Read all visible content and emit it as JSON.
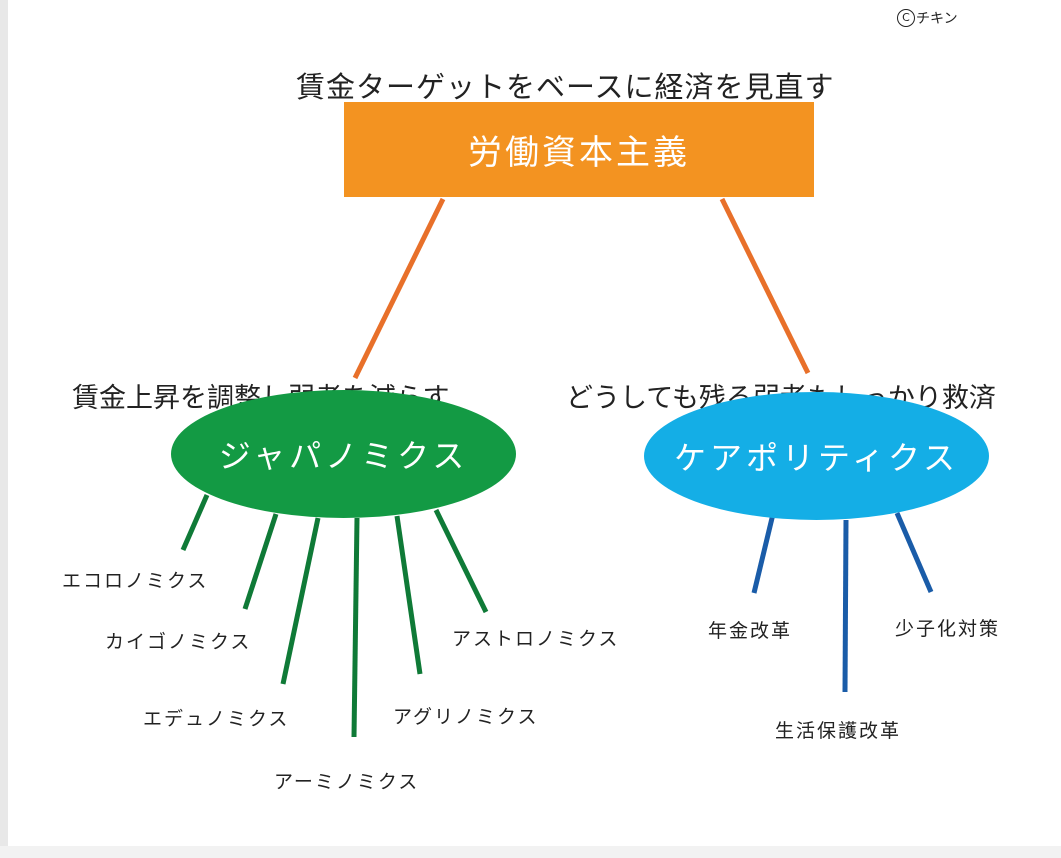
{
  "credit": {
    "symbol": "C",
    "name": "チキン"
  },
  "subtitle": "賃金ターゲットをベースに経済を見直す",
  "main_node": {
    "label": "労働資本主義",
    "color": "#f39321"
  },
  "branches": [
    {
      "caption": "賃金上昇を調整し弱者を減らす",
      "label": "ジャパノミクス",
      "color": "#139a44",
      "leaves": [
        "エコロノミクス",
        "カイゴノミクス",
        "エデュノミクス",
        "アーミノミクス",
        "アグリノミクス",
        "アストロノミクス"
      ]
    },
    {
      "caption": "どうしても残る弱者もしっかり救済",
      "label": "ケアポリティクス",
      "color": "#14aee6",
      "leaves": [
        "年金改革",
        "生活保護改革",
        "少子化対策"
      ]
    }
  ],
  "colors": {
    "connector": "#e8702a",
    "green_line": "#0f7a37",
    "blue_line": "#1a5ca8"
  }
}
